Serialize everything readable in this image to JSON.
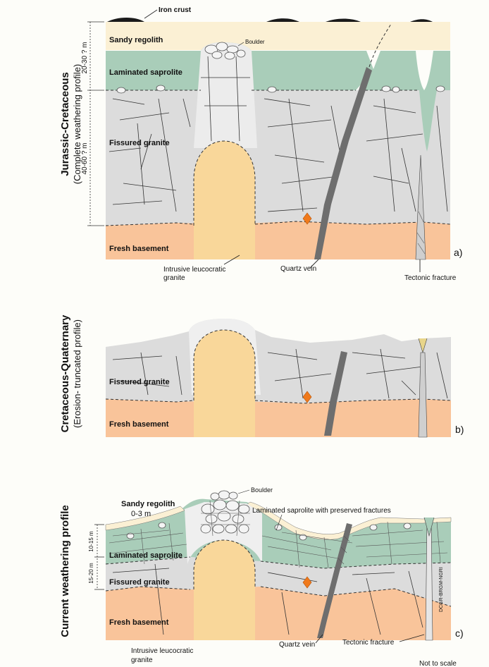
{
  "colors": {
    "sandy_regolith": "#fbf0d4",
    "laminated_saprolite": "#a9cdb9",
    "fissured_granite": "#dcdcdc",
    "fresh_basement": "#f9c49a",
    "intrusive_granite": "#f9d79a",
    "quartz_vein": "#6e6e6e",
    "iron_crust": "#1a1a1a",
    "diamond": "#f07a1c"
  },
  "panel_a": {
    "side_title": "Jurassic-Cretaceous",
    "side_subtitle": "(Complete weathering profile)",
    "scale_top": "20-30 ? m",
    "scale_mid": "40-60 ? m",
    "iron_crust": "Iron crust",
    "sandy_regolith": "Sandy regolith",
    "boulder": "Boulder",
    "laminated_saprolite": "Laminated saprolite",
    "fissured_granite": "Fissured granite",
    "fresh_basement": "Fresh basement",
    "intrusive_line1": "Intrusive leucocratic",
    "intrusive_line2": "granite",
    "quartz_vein": "Quartz vein",
    "tectonic_fracture": "Tectonic fracture",
    "letter": "a)"
  },
  "panel_b": {
    "side_title": "Cretaceous-Quaternary",
    "side_subtitle": "(Erosion- truncated profile)",
    "fissured_granite": "Fissured granite",
    "fresh_basement": "Fresh basement",
    "letter": "b)"
  },
  "panel_c": {
    "side_title": "Current weathering profile",
    "boulder": "Boulder",
    "sandy_regolith": "Sandy regolith",
    "sandy_regolith_thickness": "0-3 m",
    "laminated_with_fractures": "Laminated saprolite with preserved fractures",
    "scale_top": "10-15 m",
    "scale_mid": "15-20 m",
    "laminated_saprolite": "Laminated saprolite",
    "fissured_granite": "Fissured granite",
    "fresh_basement": "Fresh basement",
    "intrusive_line1": "Intrusive leucocratic",
    "intrusive_line2": "granite",
    "quartz_vein": "Quartz vein",
    "tectonic_fracture": "Tectonic fracture",
    "credit": "DCGR-BRGM-NGRI",
    "letter": "c)"
  },
  "footer": {
    "scale_note": "Not to scale"
  }
}
